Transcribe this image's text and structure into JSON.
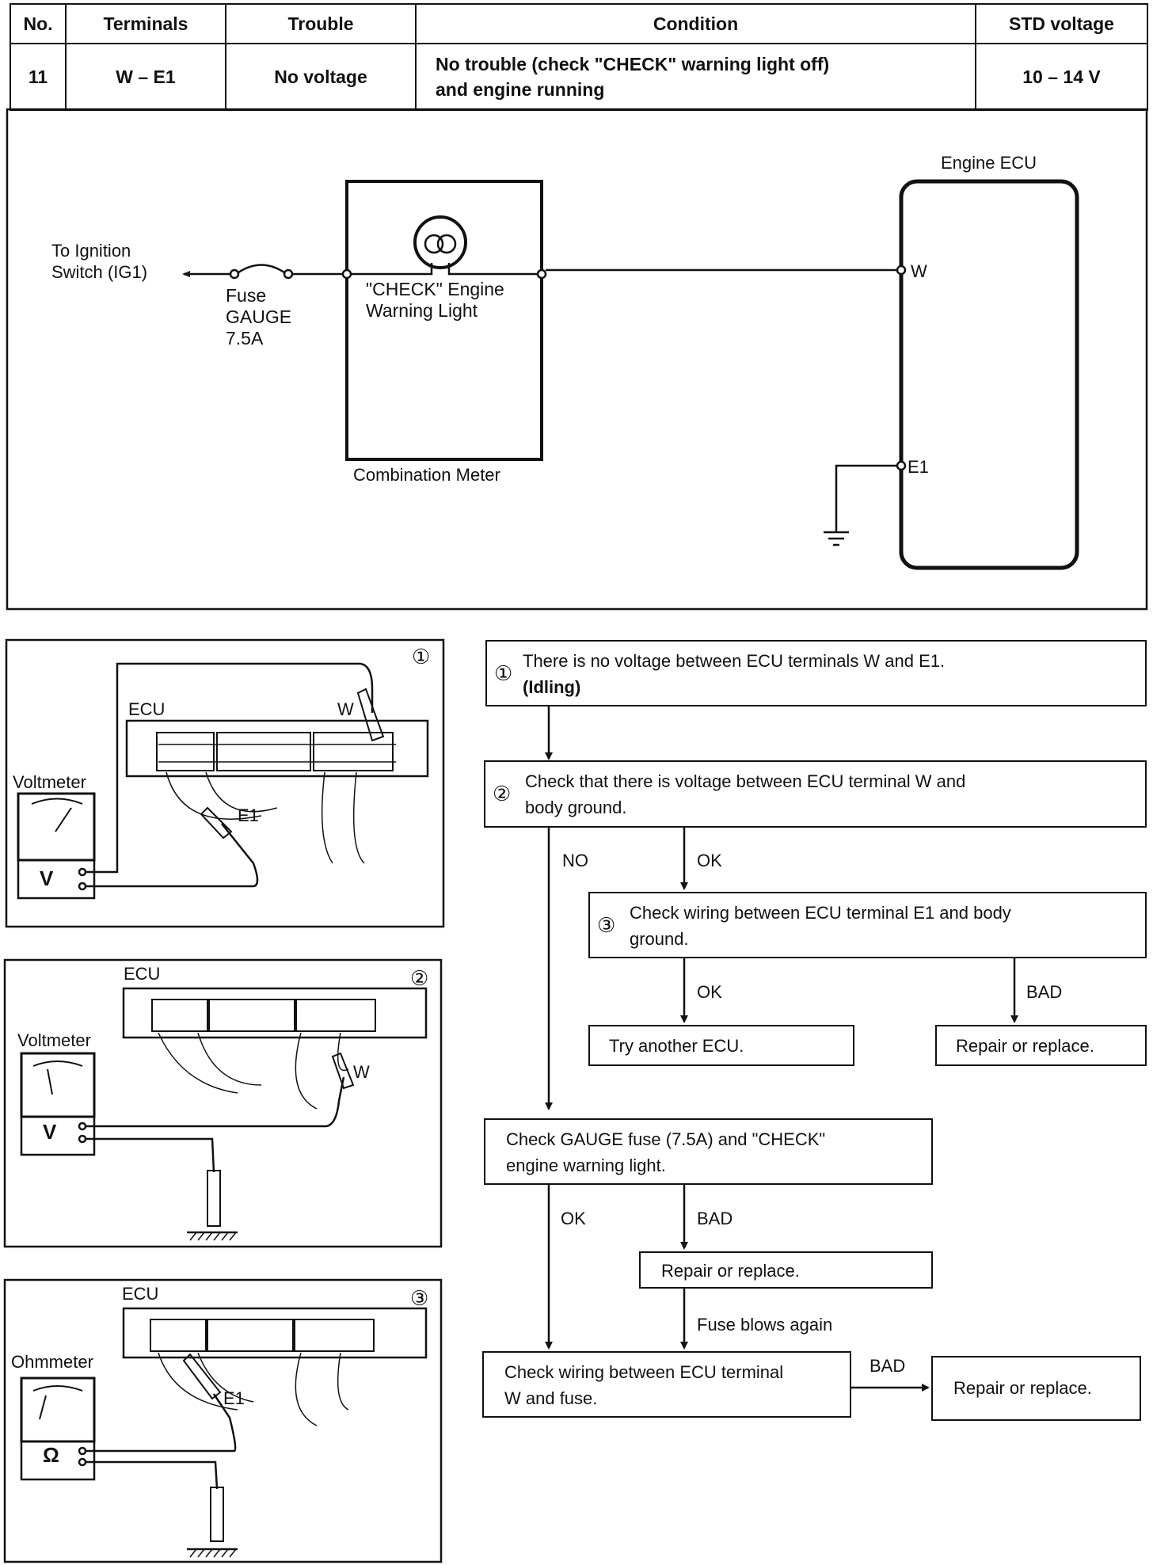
{
  "table": {
    "headers": [
      "No.",
      "Terminals",
      "Trouble",
      "Condition",
      "STD voltage"
    ],
    "row": {
      "no": "11",
      "terminals": "W – E1",
      "trouble": "No voltage",
      "condition_line1": "No trouble (check \"CHECK\" warning light off)",
      "condition_line2": "and engine running",
      "std_voltage": "10 – 14 V"
    }
  },
  "circuit": {
    "ignition_line1": "To Ignition",
    "ignition_line2": "Switch (IG1)",
    "fuse_line1": "Fuse",
    "fuse_line2": "GAUGE",
    "fuse_line3": "7.5A",
    "lamp_line1": "\"CHECK\" Engine",
    "lamp_line2": "Warning Light",
    "meter_label": "Combination Meter",
    "ecu_label": "Engine ECU",
    "terminal_w": "W",
    "terminal_e1": "E1"
  },
  "panels": [
    {
      "number": "①",
      "ecu": "ECU",
      "meter": "Voltmeter",
      "symbol": "V",
      "probe1": "W",
      "probe2": "E1"
    },
    {
      "number": "②",
      "ecu": "ECU",
      "meter": "Voltmeter",
      "symbol": "V",
      "probe1": "W"
    },
    {
      "number": "③",
      "ecu": "ECU",
      "meter": "Ohmmeter",
      "symbol": "Ω",
      "probe1": "E1"
    }
  ],
  "flow": {
    "step1_num": "①",
    "step1_line1": "There is no voltage between ECU terminals W and E1.",
    "step1_line2": "(Idling)",
    "step2_num": "②",
    "step2_line1": "Check that there is voltage between ECU terminal W and",
    "step2_line2": "body ground.",
    "label_no": "NO",
    "label_ok_1": "OK",
    "step3_num": "③",
    "step3_line1": "Check wiring between ECU terminal E1 and body",
    "step3_line2": "ground.",
    "label_ok_2": "OK",
    "label_bad_1": "BAD",
    "try_ecu": "Try another ECU.",
    "repair_1": "Repair or replace.",
    "gauge_line1": "Check GAUGE fuse (7.5A) and \"CHECK\"",
    "gauge_line2": "engine warning light.",
    "label_ok_3": "OK",
    "label_bad_2": "BAD",
    "repair_2": "Repair or replace.",
    "fuse_blows": "Fuse blows again",
    "wiring_line1": "Check wiring between ECU terminal",
    "wiring_line2": "W and fuse.",
    "label_bad_3": "BAD",
    "repair_3": "Repair or replace."
  }
}
